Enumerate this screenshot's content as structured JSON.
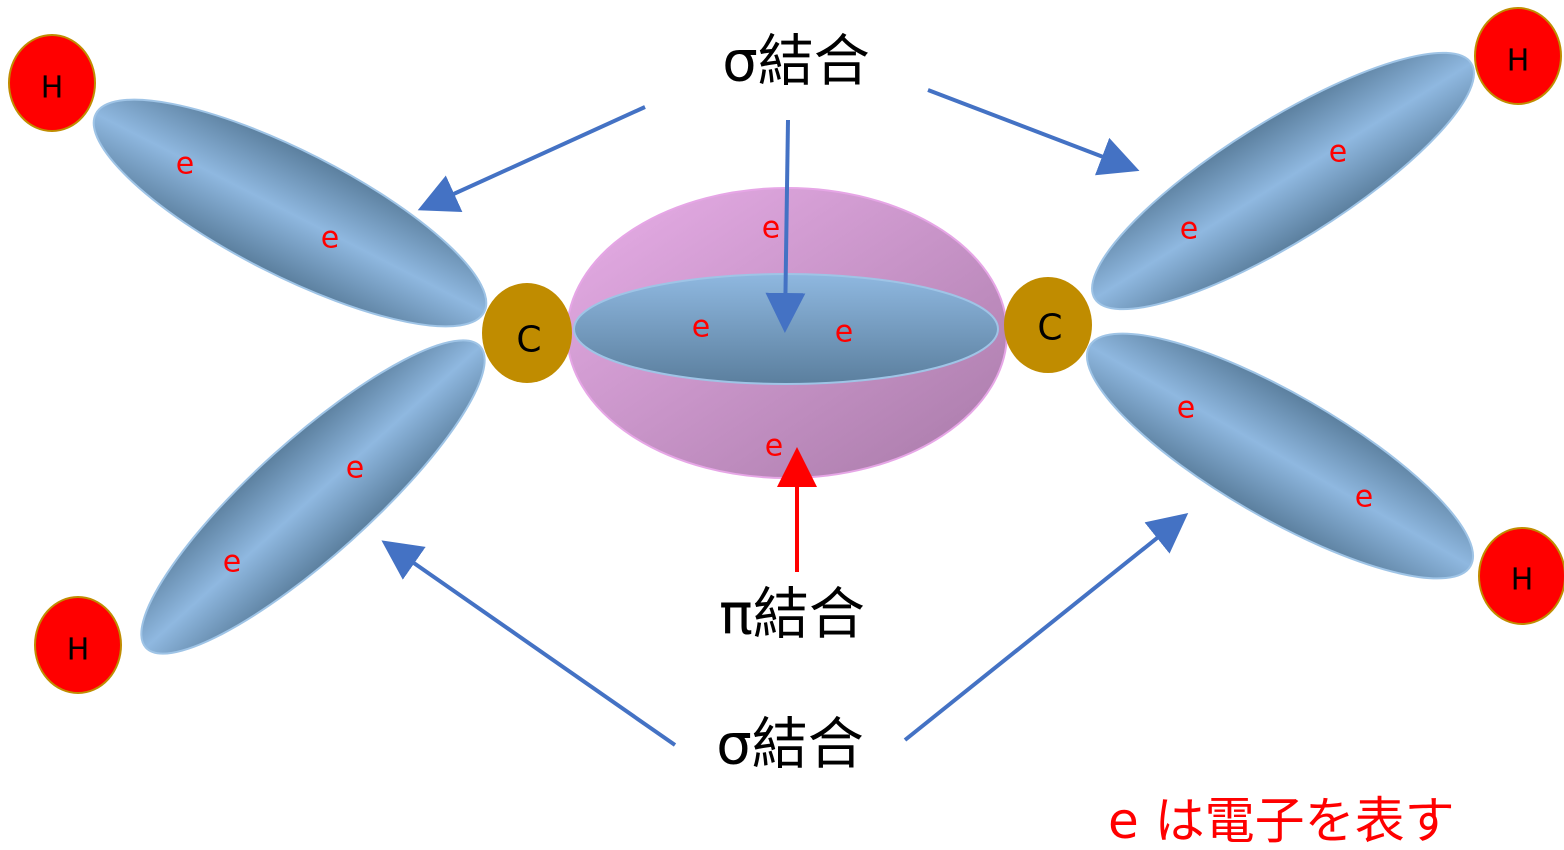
{
  "atoms": {
    "carbon_symbol": "C",
    "hydrogen_symbol": "H"
  },
  "electron_symbol": "e",
  "labels": {
    "sigma_top": "σ結合",
    "pi": "π結合",
    "sigma_bottom": "σ結合"
  },
  "legend": "e は電子を表す",
  "colors": {
    "hydrogen": "#ff0000",
    "carbon": "#c08c00",
    "sigma_lobe": "#8fb8e0",
    "pi_lobe": "#d9a0d9",
    "sigma_arrow": "#4472c4",
    "pi_arrow": "#ff0000",
    "electron_text": "#ff0000"
  }
}
